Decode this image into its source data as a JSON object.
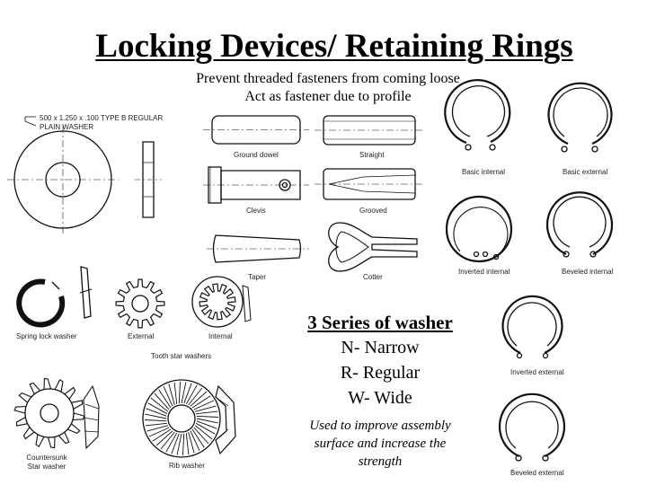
{
  "title": "Locking Devices/ Retaining Rings",
  "subtitle_lines": [
    "Prevent threaded fasteners from coming loose",
    "Act as fastener due to profile"
  ],
  "washer_callout": [
    "500 x 1.250 x .100 TYPE B REGULAR",
    "PLAIN WASHER"
  ],
  "pin_labels": {
    "ground_dowel": "Ground dowel",
    "straight": "Straight",
    "clevis": "Clevis",
    "grooved": "Grooved",
    "taper": "Taper",
    "cotter": "Cotter"
  },
  "ring_labels": {
    "basic_internal": "Basic internal",
    "basic_external": "Basic external",
    "inverted_internal": "Inverted internal",
    "beveled_internal": "Beveled internal",
    "inverted_external": "Inverted external",
    "beveled_external": "Beveled external"
  },
  "washer_labels": {
    "spring_lock": "Spring lock washer",
    "external": "External",
    "internal": "Internal",
    "tooth_star": "Tooth star washers",
    "countersunk": [
      "Countersunk",
      "Star washer"
    ],
    "rib": "Rib washer"
  },
  "series": {
    "heading": "3 Series of washer",
    "items": [
      "N- Narrow",
      "R- Regular",
      "W- Wide"
    ]
  },
  "note_lines": [
    "Used to improve assembly",
    "surface and increase the",
    "strength"
  ]
}
